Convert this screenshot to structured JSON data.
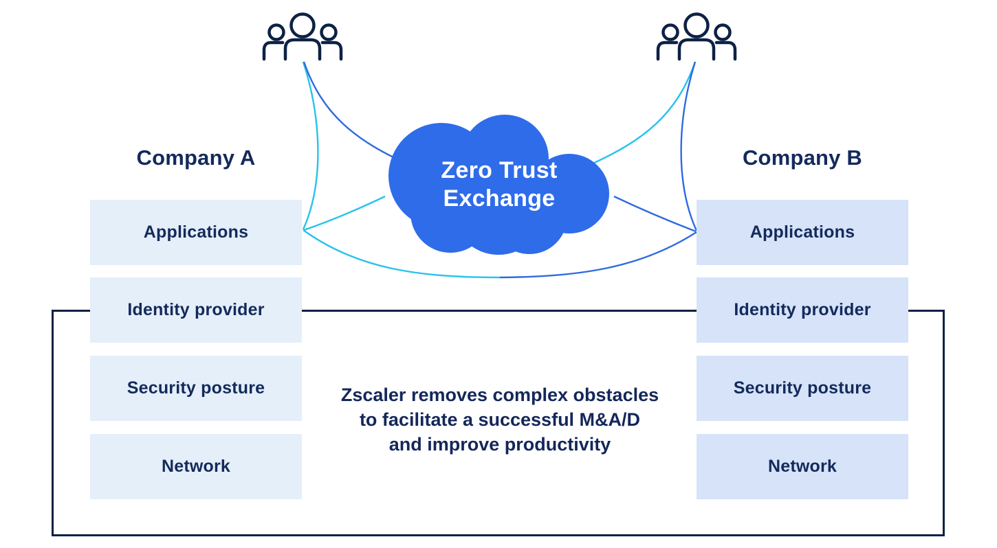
{
  "company_a": {
    "title": "Company A",
    "items": [
      "Applications",
      "Identity provider",
      "Security posture",
      "Network"
    ]
  },
  "company_b": {
    "title": "Company B",
    "items": [
      "Applications",
      "Identity provider",
      "Security posture",
      "Network"
    ]
  },
  "cloud": {
    "line1": "Zero Trust",
    "line2": "Exchange"
  },
  "caption": {
    "line1": "Zscaler removes complex obstacles",
    "line2": "to facilitate a successful M&A/D",
    "line3": "and improve productivity"
  },
  "icons": {
    "left": "users-group-icon",
    "right": "users-group-icon"
  },
  "colors": {
    "cloud_blue": "#2e6ce9",
    "line_cyan": "#27c2ec",
    "line_blue": "#2f6bdf",
    "navy_text": "#142a5c",
    "outline_navy": "#0c2044",
    "box_left_bg": "#e5effa",
    "box_right_bg": "#d6e3f8"
  }
}
